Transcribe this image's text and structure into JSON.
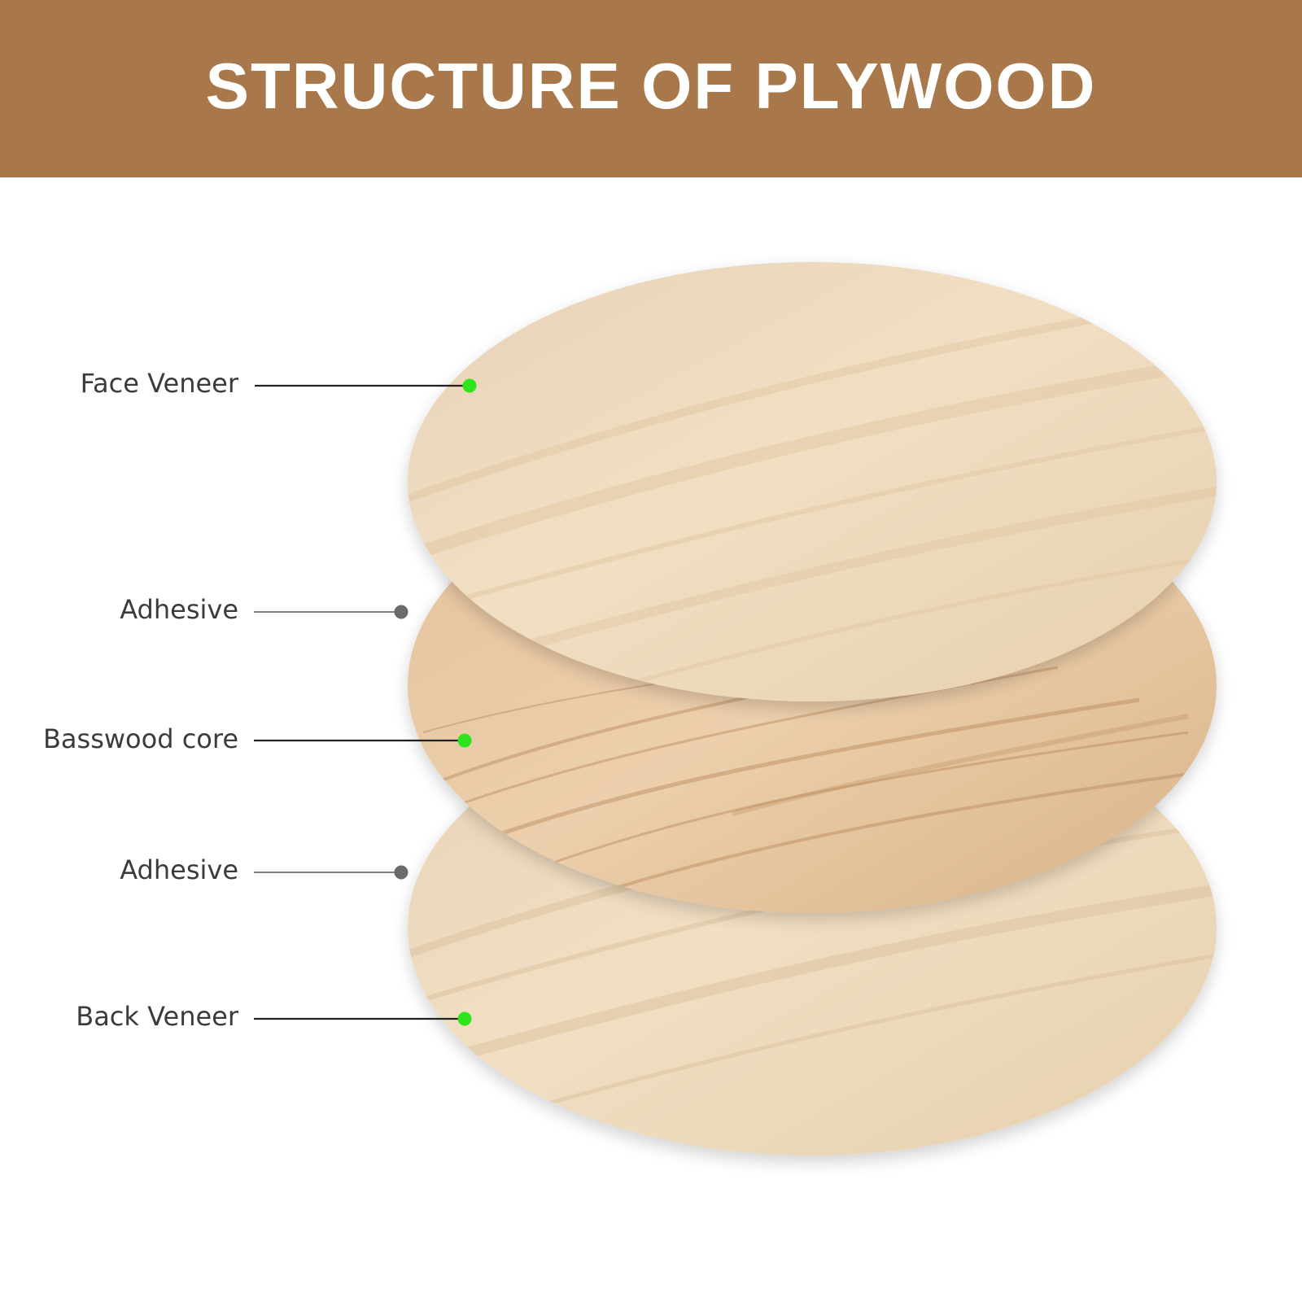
{
  "title": "STRUCTURE OF PLYWOOD",
  "colors": {
    "header_bg": "#a8774a",
    "veneer_marker": "#2ee51d",
    "adhesive_marker": "#6b6b6b",
    "wood_light": "#ecd9bd",
    "wood_core": "#dcb486"
  },
  "layers": [
    {
      "label": "Face Veneer",
      "marker": "veneer"
    },
    {
      "label": "Adhesive",
      "marker": "adhesive"
    },
    {
      "label": "Basswood core",
      "marker": "veneer"
    },
    {
      "label": "Adhesive",
      "marker": "adhesive"
    },
    {
      "label": "Back Veneer",
      "marker": "veneer"
    }
  ]
}
